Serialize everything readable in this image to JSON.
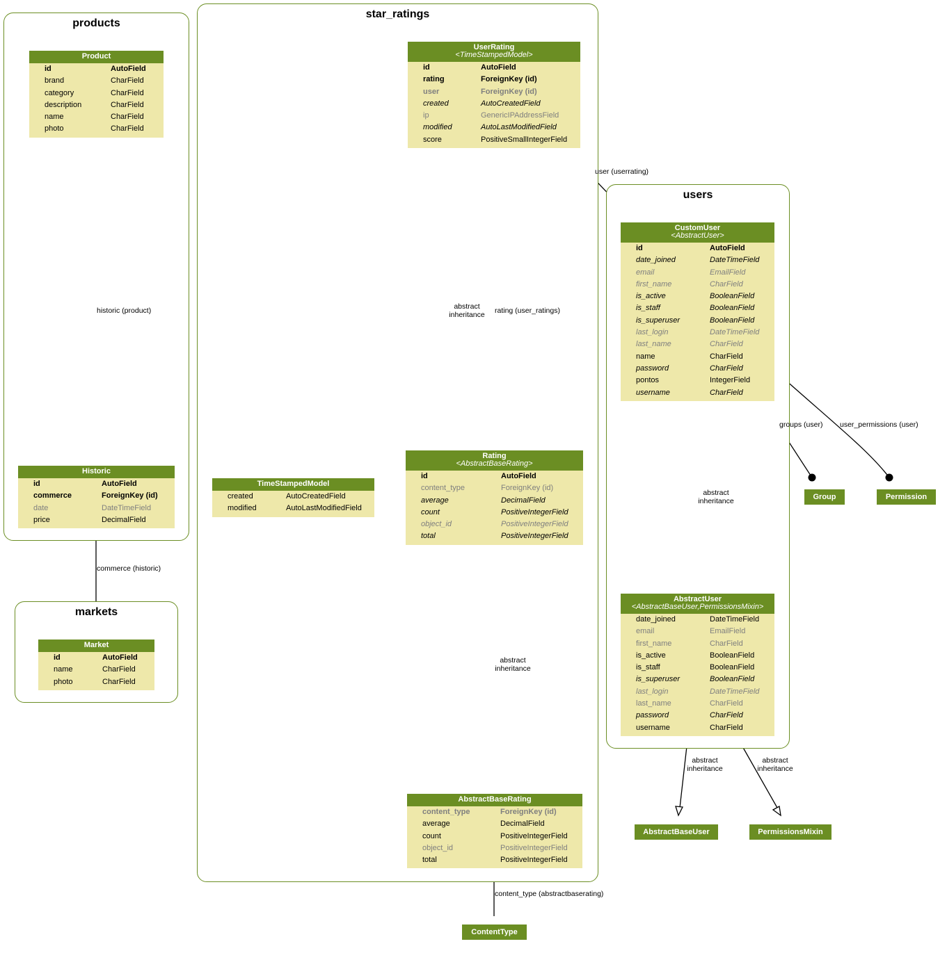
{
  "colors": {
    "header": "#6b8e23",
    "body": "#eee8aa",
    "border": "#6b8e23",
    "muted": "#7f7f7f"
  },
  "clusters": {
    "products": "products",
    "star_ratings": "star_ratings",
    "users": "users",
    "markets": "markets"
  },
  "models": {
    "product": {
      "title": "Product",
      "subtitle": "",
      "fields": [
        {
          "name": "id",
          "type": "AutoField",
          "style": "b"
        },
        {
          "name": "brand",
          "type": "CharField",
          "style": ""
        },
        {
          "name": "category",
          "type": "CharField",
          "style": ""
        },
        {
          "name": "description",
          "type": "CharField",
          "style": ""
        },
        {
          "name": "name",
          "type": "CharField",
          "style": ""
        },
        {
          "name": "photo",
          "type": "CharField",
          "style": ""
        }
      ]
    },
    "historic": {
      "title": "Historic",
      "subtitle": "",
      "fields": [
        {
          "name": "id",
          "type": "AutoField",
          "style": "b"
        },
        {
          "name": "commerce",
          "type": "ForeignKey (id)",
          "style": "b"
        },
        {
          "name": "date",
          "type": "DateTimeField",
          "style": "g"
        },
        {
          "name": "price",
          "type": "DecimalField",
          "style": ""
        }
      ]
    },
    "market": {
      "title": "Market",
      "subtitle": "",
      "fields": [
        {
          "name": "id",
          "type": "AutoField",
          "style": "b"
        },
        {
          "name": "name",
          "type": "CharField",
          "style": ""
        },
        {
          "name": "photo",
          "type": "CharField",
          "style": ""
        }
      ]
    },
    "userrating": {
      "title": "UserRating",
      "subtitle": "<TimeStampedModel>",
      "fields": [
        {
          "name": "id",
          "type": "AutoField",
          "style": "b"
        },
        {
          "name": "rating",
          "type": "ForeignKey (id)",
          "style": "b"
        },
        {
          "name": "user",
          "type": "ForeignKey (id)",
          "style": "b g"
        },
        {
          "name": "created",
          "type": "AutoCreatedField",
          "style": "i"
        },
        {
          "name": "ip",
          "type": "GenericIPAddressField",
          "style": "g"
        },
        {
          "name": "modified",
          "type": "AutoLastModifiedField",
          "style": "i"
        },
        {
          "name": "score",
          "type": "PositiveSmallIntegerField",
          "style": ""
        }
      ]
    },
    "timestampedmodel": {
      "title": "TimeStampedModel",
      "subtitle": "",
      "fields": [
        {
          "name": "created",
          "type": "AutoCreatedField",
          "style": ""
        },
        {
          "name": "modified",
          "type": "AutoLastModifiedField",
          "style": ""
        }
      ]
    },
    "rating": {
      "title": "Rating",
      "subtitle": "<AbstractBaseRating>",
      "fields": [
        {
          "name": "id",
          "type": "AutoField",
          "style": "b"
        },
        {
          "name": "content_type",
          "type": "ForeignKey (id)",
          "style": "g"
        },
        {
          "name": "average",
          "type": "DecimalField",
          "style": "i"
        },
        {
          "name": "count",
          "type": "PositiveIntegerField",
          "style": "i"
        },
        {
          "name": "object_id",
          "type": "PositiveIntegerField",
          "style": "i g"
        },
        {
          "name": "total",
          "type": "PositiveIntegerField",
          "style": "i"
        }
      ]
    },
    "abstractbaserating": {
      "title": "AbstractBaseRating",
      "subtitle": "",
      "fields": [
        {
          "name": "content_type",
          "type": "ForeignKey (id)",
          "style": "b g"
        },
        {
          "name": "average",
          "type": "DecimalField",
          "style": ""
        },
        {
          "name": "count",
          "type": "PositiveIntegerField",
          "style": ""
        },
        {
          "name": "object_id",
          "type": "PositiveIntegerField",
          "style": "g"
        },
        {
          "name": "total",
          "type": "PositiveIntegerField",
          "style": ""
        }
      ]
    },
    "customuser": {
      "title": "CustomUser",
      "subtitle": "<AbstractUser>",
      "fields": [
        {
          "name": "id",
          "type": "AutoField",
          "style": "b"
        },
        {
          "name": "date_joined",
          "type": "DateTimeField",
          "style": "i"
        },
        {
          "name": "email",
          "type": "EmailField",
          "style": "i g"
        },
        {
          "name": "first_name",
          "type": "CharField",
          "style": "i g"
        },
        {
          "name": "is_active",
          "type": "BooleanField",
          "style": "i"
        },
        {
          "name": "is_staff",
          "type": "BooleanField",
          "style": "i"
        },
        {
          "name": "is_superuser",
          "type": "BooleanField",
          "style": "i"
        },
        {
          "name": "last_login",
          "type": "DateTimeField",
          "style": "i g"
        },
        {
          "name": "last_name",
          "type": "CharField",
          "style": "i g"
        },
        {
          "name": "name",
          "type": "CharField",
          "style": ""
        },
        {
          "name": "password",
          "type": "CharField",
          "style": "i"
        },
        {
          "name": "pontos",
          "type": "IntegerField",
          "style": ""
        },
        {
          "name": "username",
          "type": "CharField",
          "style": "i"
        }
      ]
    },
    "abstractuser": {
      "title": "AbstractUser",
      "subtitle": "<AbstractBaseUser,PermissionsMixin>",
      "fields": [
        {
          "name": "date_joined",
          "type": "DateTimeField",
          "style": ""
        },
        {
          "name": "email",
          "type": "EmailField",
          "style": "g"
        },
        {
          "name": "first_name",
          "type": "CharField",
          "style": "g"
        },
        {
          "name": "is_active",
          "type": "BooleanField",
          "style": ""
        },
        {
          "name": "is_staff",
          "type": "BooleanField",
          "style": ""
        },
        {
          "name": "is_superuser",
          "type": "BooleanField",
          "style": "i"
        },
        {
          "name": "last_login",
          "type": "DateTimeField",
          "style": "i g"
        },
        {
          "name": "last_name",
          "type": "CharField",
          "style": "g"
        },
        {
          "name": "password",
          "type": "CharField",
          "style": "i"
        },
        {
          "name": "username",
          "type": "CharField",
          "style": ""
        }
      ]
    }
  },
  "external": {
    "group": "Group",
    "permission": "Permission",
    "abstractbaseuser": "AbstractBaseUser",
    "permissionsmixin": "PermissionsMixin",
    "contenttype": "ContentType"
  },
  "edge_labels": {
    "historic_product": "historic (product)",
    "commerce_historic": "commerce (historic)",
    "abstract_inheritance_1": "abstract",
    "abstract_inheritance_2": "inheritance",
    "rating_user_ratings": "rating (user_ratings)",
    "user_userrating": "user (userrating)",
    "groups_user": "groups (user)",
    "user_permissions_user": "user_permissions (user)",
    "content_type_abstractbaserating": "content_type (abstractbaserating)"
  }
}
